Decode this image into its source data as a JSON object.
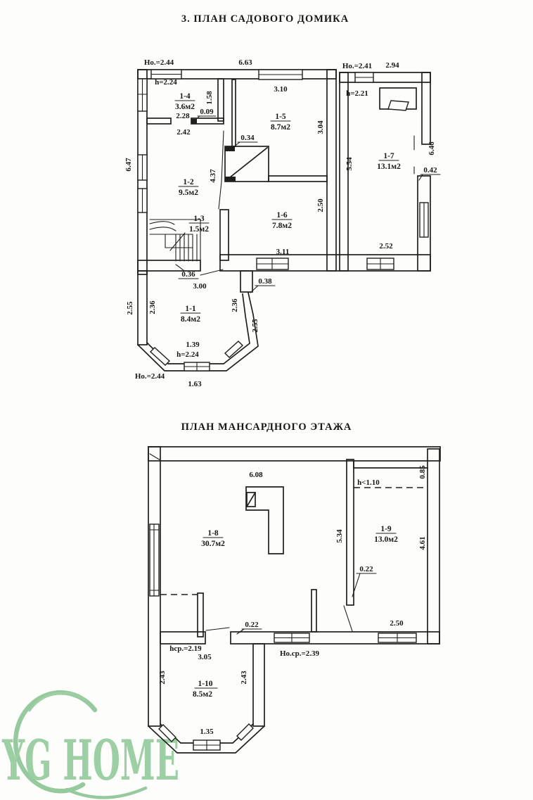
{
  "floor1": {
    "title": "3. ПЛАН САДОВОГО ДОМИКА",
    "rooms": {
      "r1": {
        "num": "1-1",
        "area": "8.4м2"
      },
      "r2": {
        "num": "1-2",
        "area": "9.5м2"
      },
      "r3": {
        "num": "1-3",
        "area": "1.5м2"
      },
      "r4": {
        "num": "1-4",
        "area": "3.6м2"
      },
      "r5": {
        "num": "1-5",
        "area": "8.7м2"
      },
      "r6": {
        "num": "1-6",
        "area": "7.8м2"
      },
      "r7": {
        "num": "1-7",
        "area": "13.1м2"
      }
    },
    "dims": {
      "ho244": "Но.=2.44",
      "h224": "h=2.24",
      "w663": "6.63",
      "w647": "6.47",
      "w158": "1.58",
      "w228": "2.28",
      "w009": "0.09",
      "w242": "2.42",
      "w310": "3.10",
      "w304": "3.04",
      "w034": "0.34",
      "w437": "4.37",
      "w250": "2.50",
      "w311": "3.11",
      "w036": "0.36",
      "w300": "3.00",
      "w038": "0.38",
      "w255": "2.55",
      "w236": "2.36",
      "w139": "1.39",
      "w163": "1.63",
      "ho241": "Но.=2.41",
      "w294": "2.94",
      "h221": "h=2.21",
      "w554": "5.54",
      "w646": "6.46",
      "w042": "0.42",
      "w252": "2.52"
    }
  },
  "attic": {
    "title": "ПЛАН МАНСАРДНОГО ЭТАЖА",
    "rooms": {
      "r8": {
        "num": "1-8",
        "area": "30.7м2"
      },
      "r9": {
        "num": "1-9",
        "area": "13.0м2"
      },
      "r10": {
        "num": "1-10",
        "area": "8.5м2"
      }
    },
    "dims": {
      "w608": "6.08",
      "h110": "h<1.10",
      "w085": "0.85",
      "w534": "5.34",
      "w461": "4.61",
      "w022": "0.22",
      "w250": "2.50",
      "hcp219": "hср.=2.19",
      "w305": "3.05",
      "hocp239": "Но.ср.=2.39",
      "w243": "2.43",
      "w135": "1.35"
    }
  },
  "watermark": {
    "text": "YG HOME",
    "color": "#8cc794"
  }
}
